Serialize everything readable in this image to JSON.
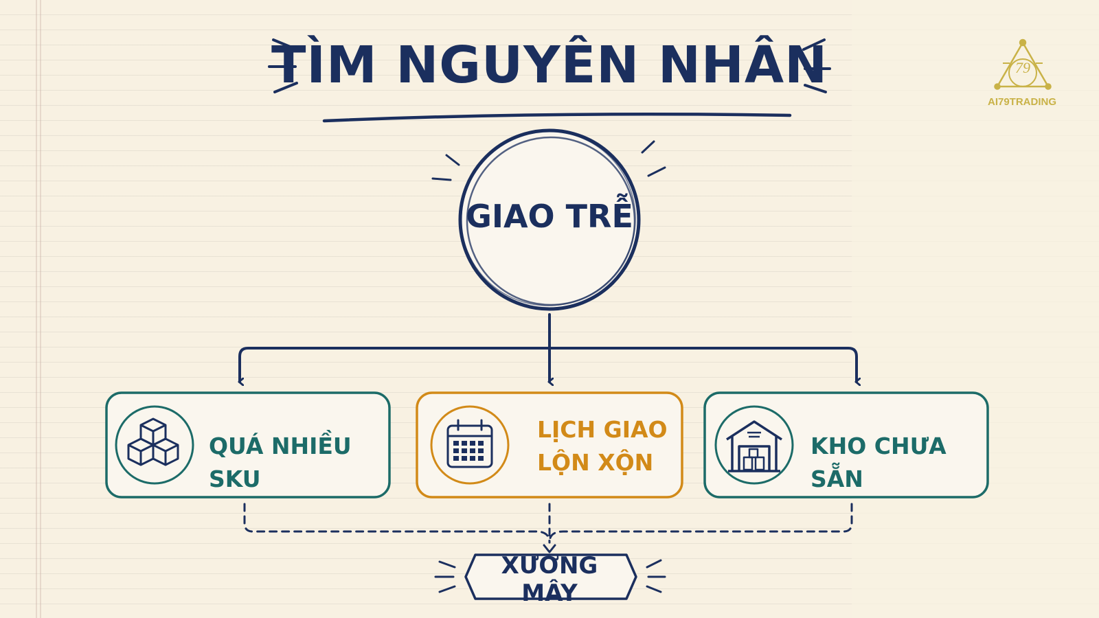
{
  "title": "TÌM NGUYÊN NHÂN",
  "root": {
    "label": "GIAO TRỄ"
  },
  "causes": [
    {
      "label": "QUÁ NHIỀU SKU",
      "icon": "boxes-icon",
      "color": "#1c6b68"
    },
    {
      "label_lines": [
        "LỊCH GIAO",
        "LỘN XỘN"
      ],
      "icon": "calendar-icon",
      "color": "#d28a18"
    },
    {
      "label": "KHO CHƯA SẴN",
      "icon": "warehouse-icon",
      "color": "#1c6b68"
    }
  ],
  "result": {
    "label": "XƯƠNG MÂY"
  },
  "logo": {
    "number": "79",
    "text": "AI79TRADING",
    "color": "#c9b247"
  },
  "colors": {
    "navy": "#1b2f5e",
    "teal": "#1c6b68",
    "orange": "#d28a18",
    "paper": "#f8f1e2"
  }
}
